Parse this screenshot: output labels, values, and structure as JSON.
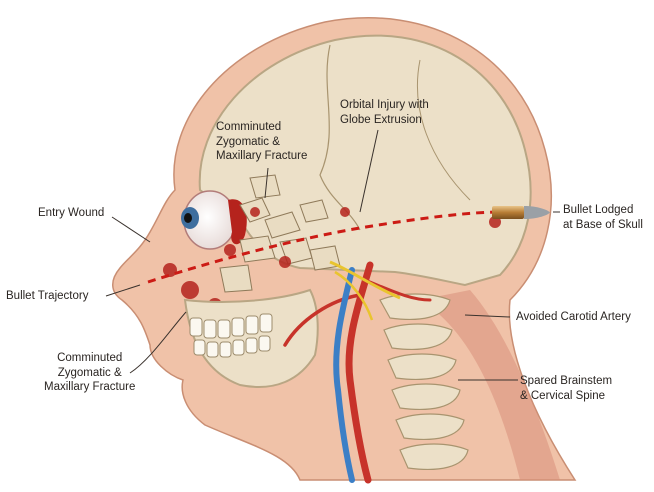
{
  "colors": {
    "skin": "#f0c2a8",
    "bone": "#ece0c8",
    "blood": "#b5231d",
    "trajectory": "#cc1b15",
    "artery": "#c7332a",
    "vein": "#3c7fc6",
    "nerve": "#e9c42e",
    "bullet": "#c6924a"
  },
  "labels": {
    "entry_wound": "Entry Wound",
    "bullet_trajectory": "Bullet Trajectory",
    "fracture_upper_line1": "Comminuted",
    "fracture_upper_line2": "Zygomatic &",
    "fracture_upper_line3": "Maxillary Fracture",
    "fracture_lower_line1": "Comminuted",
    "fracture_lower_line2": "Zygomatic &",
    "fracture_lower_line3": "Maxillary Fracture",
    "orbital_line1": "Orbital Injury with",
    "orbital_line2": "Globe Extrusion",
    "bullet_lodged_line1": "Bullet Lodged",
    "bullet_lodged_line2": "at Base of Skull",
    "carotid": "Avoided Carotid Artery",
    "spine_line1": "Spared Brainstem",
    "spine_line2": "& Cervical Spine"
  }
}
